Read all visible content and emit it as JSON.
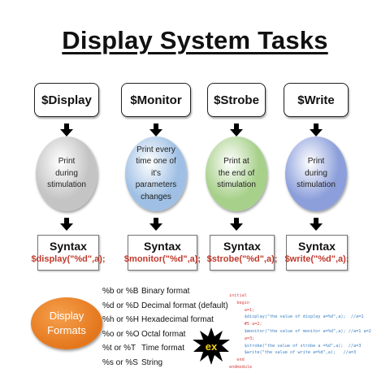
{
  "title": "Display System Tasks",
  "tasks": [
    {
      "name": "$Display",
      "description": "Print\nduring\nstimulation",
      "syntax_label": "Syntax",
      "syntax_code": "$display(\"%d\",a);",
      "color": "#c4c4c4"
    },
    {
      "name": "$Monitor",
      "description": "Print every\ntime one of\nit's\nparameters\nchanges",
      "syntax_label": "Syntax",
      "syntax_code": "$monitor(\"%d\",a);",
      "color": "#9fc0e4"
    },
    {
      "name": "$Strobe",
      "description": "Print  at\nthe end of\nstimulation",
      "syntax_label": "Syntax",
      "syntax_code": "$strobe(\"%d\",a);",
      "color": "#a7d08a"
    },
    {
      "name": "$Write",
      "description": "Print\nduring\nstimulation",
      "syntax_label": "Syntax",
      "syntax_code": "$write(\"%d\",a);",
      "color": "#8c9fdb"
    }
  ],
  "display_formats": {
    "label": "Display Formats",
    "color": "#e87f24",
    "items": [
      {
        "code": "%b or %B",
        "meaning": "Binary format"
      },
      {
        "code": "%d or %D",
        "meaning": "Decimal format (default)"
      },
      {
        "code": "%h or %H",
        "meaning": "Hexadecimal format"
      },
      {
        "code": "%o or %O",
        "meaning": "Octal format"
      },
      {
        "code": "%t or %T",
        "meaning": "Time format"
      },
      {
        "code": "%s or %S",
        "meaning": "String"
      }
    ]
  },
  "example_badge": "ex",
  "code_lines": [
    {
      "text": "initial",
      "color": "red"
    },
    {
      "text": "   begin",
      "color": "red"
    },
    {
      "text": "      a=1;",
      "color": "red"
    },
    {
      "text": "      $display(\"the value of display a=%d\",a);  //a=1",
      "color": "blue"
    },
    {
      "text": "      #5 a=2;",
      "color": "red"
    },
    {
      "text": "      $monitor(\"the value of monitor a=%d\",a); //a=1 a=2",
      "color": "blue"
    },
    {
      "text": "      a=3;",
      "color": "red"
    },
    {
      "text": "      $strobe(\"the value of strobe a =%d\",a);  //a=3",
      "color": "blue"
    },
    {
      "text": "      $write(\"the value of write a=%d\",a);   //a=3",
      "color": "blue"
    },
    {
      "text": "   end",
      "color": "red"
    },
    {
      "text": "endmodule",
      "color": "red"
    }
  ]
}
